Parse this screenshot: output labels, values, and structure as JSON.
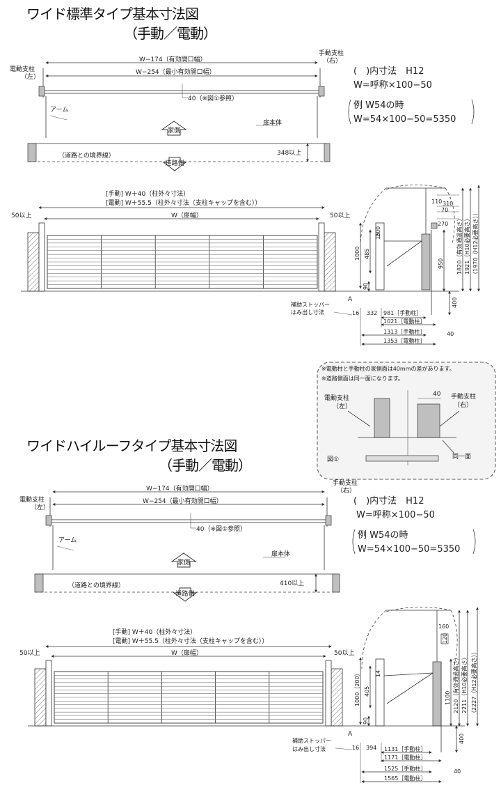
{
  "std": {
    "title1": "ワイド標準タイプ基本寸法図",
    "title2": "（手動／電動）",
    "plan": {
      "left_post": "電動支柱",
      "left_post_side": "（左）",
      "right_post": "手動支柱",
      "right_post_side": "（右）",
      "eff_open": "W−174（有効開口幅）",
      "min_open": "W−254（最小有効開口幅）",
      "ref": "40（※図①参照）",
      "arm": "アーム",
      "house": "家側",
      "body": "扉本体",
      "boundary": "（道路との境界線）",
      "road": "道路側",
      "clearance": "348以上"
    },
    "notes": {
      "l1": "(　)内寸法　H12",
      "l2": "W=呼称×100−50",
      "l3": "例 W54の時",
      "l4": "W=54×100−50=5350"
    },
    "elev": {
      "manual": "[手動] W＋40（柱外々寸法）",
      "electric": "[電動] W＋55.5（柱外々寸法（支柱キャップを含む））",
      "left50": "50以上",
      "right50": "50以上",
      "width": "W（扉幅）"
    },
    "side": {
      "d110": "110",
      "d310": "310",
      "d70": "70",
      "d270": "270",
      "d200": "200",
      "d1000": "1000",
      "d485": "485",
      "d15": "15",
      "d950": "950",
      "d1820": "1820（有効通過高さ）",
      "d1921": "1921（H10必要高さ）",
      "d1970": "（1970（H12必要高さ））",
      "d90": "90",
      "d400": "400",
      "a": "A",
      "stopper1": "補助ストッパー",
      "stopper2": "はみ出し寸法",
      "d16": "16",
      "d332": "332",
      "r1": "981［手動柱］",
      "r2": "1021［電動柱］",
      "r3": "1313［手動柱］",
      "r4": "1353［電動柱］",
      "d40": "40"
    }
  },
  "detail": {
    "note1": "※電動柱と手動柱の家側面は40mmの差があります。",
    "note2": "※道路側面は同一面になります。",
    "left": "電動支柱",
    "left_side": "（左）",
    "right": "手動支柱",
    "right_side": "（右）",
    "d40": "40",
    "fig": "図①",
    "same": "同一面"
  },
  "high": {
    "title1": "ワイドハイルーフタイプ基本寸法図",
    "title2": "（手動／電動）",
    "plan": {
      "left_post": "電動支柱",
      "left_post_side": "（左）",
      "right_post": "手動支柱",
      "right_post_side": "（右）",
      "eff_open": "W−174（有効開口幅）",
      "min_open": "W−254（最小有効開口幅）",
      "ref": "40（※図①参照）",
      "arm": "アーム",
      "house": "家側",
      "body": "扉本体",
      "boundary": "（道路との境界線）",
      "road": "道路側",
      "clearance": "410以上"
    },
    "notes": {
      "l1": "(　)内寸法　H12",
      "l2": "W=呼称×100−50",
      "l3": "例 W54の時",
      "l4": "W=54×100−50=5350"
    },
    "elev": {
      "manual": "[手動] W＋40（柱外々寸法）",
      "electric": "[電動] W＋55.5（柱外々寸法（支柱キャップを含む））",
      "left50": "50以上",
      "right50": "50以上",
      "width": "W（扉幅）"
    },
    "side": {
      "d160": "160",
      "d120": "120",
      "d1000": "1000（200）",
      "d405": "405",
      "d14": "14",
      "d1100": "1100",
      "d2120": "2120（有効通過高さ）",
      "d2211": "2211（H10必要高さ）",
      "d2227": "（2227（H12必要高さ））",
      "d90": "90",
      "d400": "400",
      "a": "A",
      "stopper1": "補助ストッパー",
      "stopper2": "はみ出し寸法",
      "d16": "16",
      "d394": "394",
      "r1": "1131［手動柱］",
      "r2": "1171［電動柱］",
      "r3": "1525［手動柱］",
      "r4": "1565［電動柱］",
      "d40": "40"
    }
  }
}
